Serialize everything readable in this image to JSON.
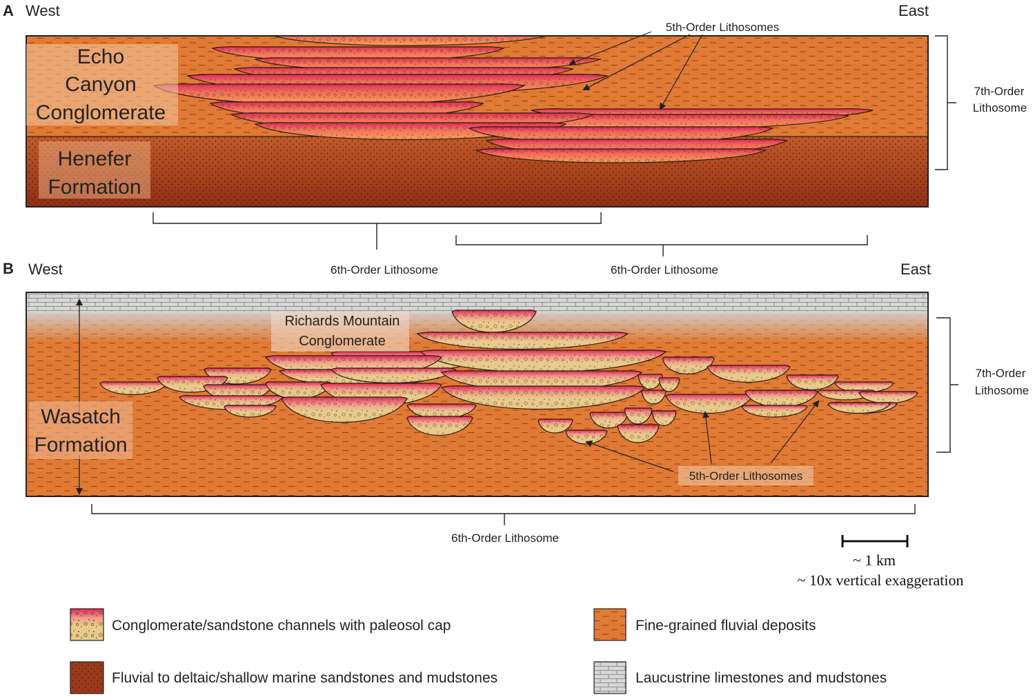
{
  "panel_a": {
    "letter": "A",
    "west": "West",
    "east": "East",
    "upper_unit": "Echo Canyon Conglomerate",
    "upper_unit_lines": [
      "Echo",
      "Canyon",
      "Conglomerate"
    ],
    "lower_unit_lines": [
      "Henefer",
      "Formation"
    ],
    "fifth_order_label": "5th-Order Lithosomes",
    "seventh_order_lines": [
      "7th-Order",
      "Lithosome"
    ],
    "sixth_order_left": "6th-Order Lithosome",
    "sixth_order_right": "6th-Order Lithosome"
  },
  "panel_b": {
    "letter": "B",
    "west": "West",
    "east": "East",
    "upper_unit_lines": [
      "Richards Mountain",
      "Conglomerate"
    ],
    "lower_unit_lines": [
      "Wasatch",
      "Formation"
    ],
    "fifth_order_label": "5th-Order Lithosomes",
    "seventh_order_lines": [
      "7th-Order",
      "Lithosome"
    ],
    "sixth_order": "6th-Order Lithosome"
  },
  "scale": {
    "distance": "~ 1 km",
    "exaggeration": "~ 10x vertical exaggeration"
  },
  "legend": [
    {
      "key": "channel",
      "label": "Conglomerate/sandstone channels with paleosol cap"
    },
    {
      "key": "fine",
      "label": "Fine-grained fluvial deposits"
    },
    {
      "key": "marine",
      "label": "Fluvial to deltaic/shallow marine sandstones and mudstones"
    },
    {
      "key": "lake",
      "label": "Laucustrine limestones and mudstones"
    }
  ],
  "colors": {
    "fine_grained": "#e07a35",
    "marine": "#9a3a1c",
    "channel_orange": "#f08a56",
    "channel_tan": "#e5c98b",
    "paleosol_cap": "#e0285a",
    "lacustrine": "#d4d4d4"
  }
}
